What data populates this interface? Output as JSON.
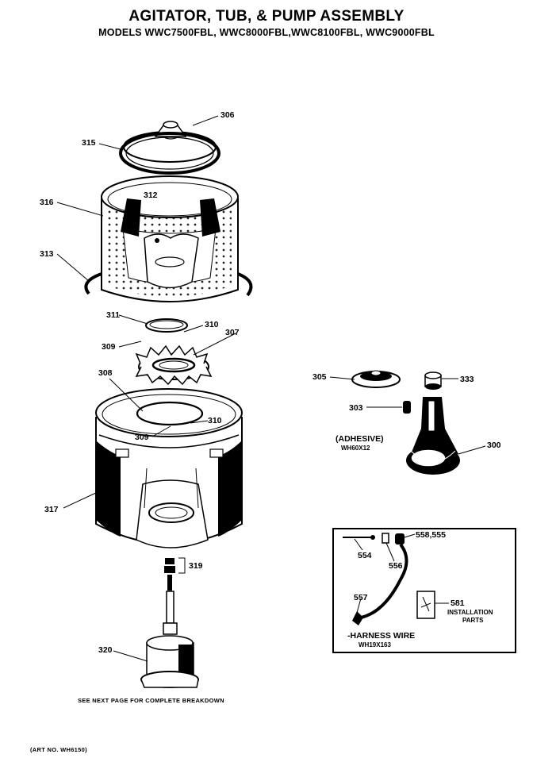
{
  "header": {
    "title": "AGITATOR, TUB, & PUMP ASSEMBLY",
    "models": "MODELS WWC7500FBL, WWC8000FBL,WWC8100FBL, WWC9000FBL"
  },
  "callouts": {
    "c306": "306",
    "c315": "315",
    "c316": "316",
    "c312": "312",
    "c313": "313",
    "c311": "311",
    "c310a": "310",
    "c309a": "309",
    "c307": "307",
    "c308": "308",
    "c310b": "310",
    "c309b": "309",
    "c317": "317",
    "c319": "319",
    "c320": "320",
    "c305": "305",
    "c333": "333",
    "c303": "303",
    "c300": "300",
    "c554": "554",
    "c556": "556",
    "c558": "558,555",
    "c557": "557",
    "c581": "581"
  },
  "adhesive": {
    "label": "(ADHESIVE)",
    "part": "WH60X12"
  },
  "installation": {
    "line1": "INSTALLATION",
    "line2": "PARTS"
  },
  "harness": {
    "label": "-HARNESS WIRE",
    "part": "WH19X163"
  },
  "notes": {
    "breakdown": "SEE NEXT PAGE FOR COMPLETE BREAKDOWN",
    "art_no": "(ART NO. WH6150)"
  }
}
